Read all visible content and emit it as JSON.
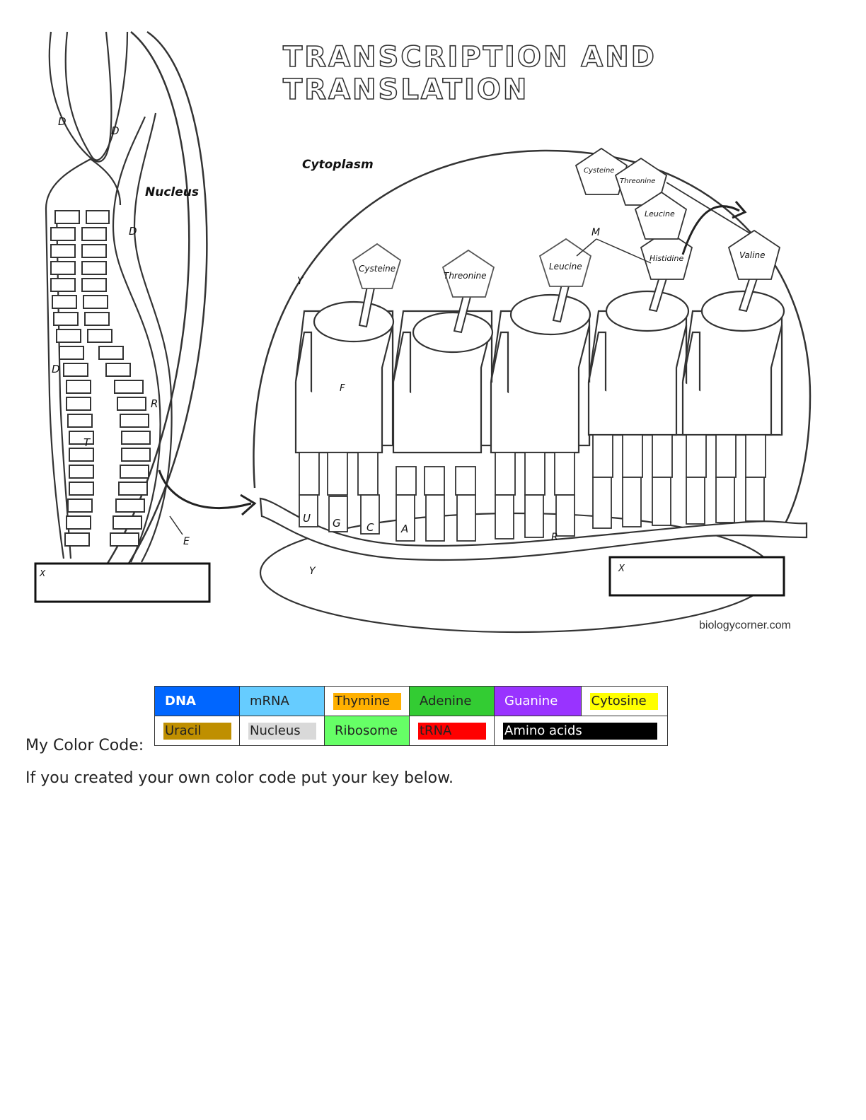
{
  "title": "TRANSCRIPTION AND TRANSLATION",
  "labels": {
    "nucleus": "Nucleus",
    "cytoplasm": "Cytoplasm",
    "d": "D",
    "r": "R",
    "t": "T",
    "e": "E",
    "f": "F",
    "m": "M",
    "y": "Y",
    "x": "X"
  },
  "bases": [
    "U",
    "G",
    "C",
    "A"
  ],
  "trna_amino_acids": [
    "Cysteine",
    "Threonine",
    "Leucine",
    "Histidine",
    "Valine"
  ],
  "chain_amino_acids": [
    "Cysteine",
    "Threonine",
    "Leucine"
  ],
  "credit": "biologycorner.com",
  "color_key": {
    "rows": [
      [
        {
          "label": "DNA",
          "color": "#0066ff",
          "full": true,
          "bold": true
        },
        {
          "label": "mRNA",
          "color": "#66ccff",
          "full": true
        },
        {
          "label": "Thymine",
          "color": "#ffb000",
          "full": false
        },
        {
          "label": "Adenine",
          "color": "#33cc33",
          "full": true
        },
        {
          "label": "Guanine",
          "color": "#9933ff",
          "full": true
        },
        {
          "label": "Cytosine",
          "color": "#ffff00",
          "full": false
        }
      ],
      [
        {
          "label": "Uracil",
          "color": "#bf8f00",
          "full": false
        },
        {
          "label": "Nucleus",
          "color": "#d9d9d9",
          "full": false
        },
        {
          "label": "Ribosome",
          "color": "#66ff66",
          "full": true
        },
        {
          "label": "tRNA",
          "color": "#ff0000",
          "full": false
        },
        {
          "label": "Amino acids",
          "color": "#000000",
          "full": false
        }
      ]
    ]
  },
  "my_color_code_label": "My Color Code:",
  "instruction": "If you created your own color code put your key below."
}
